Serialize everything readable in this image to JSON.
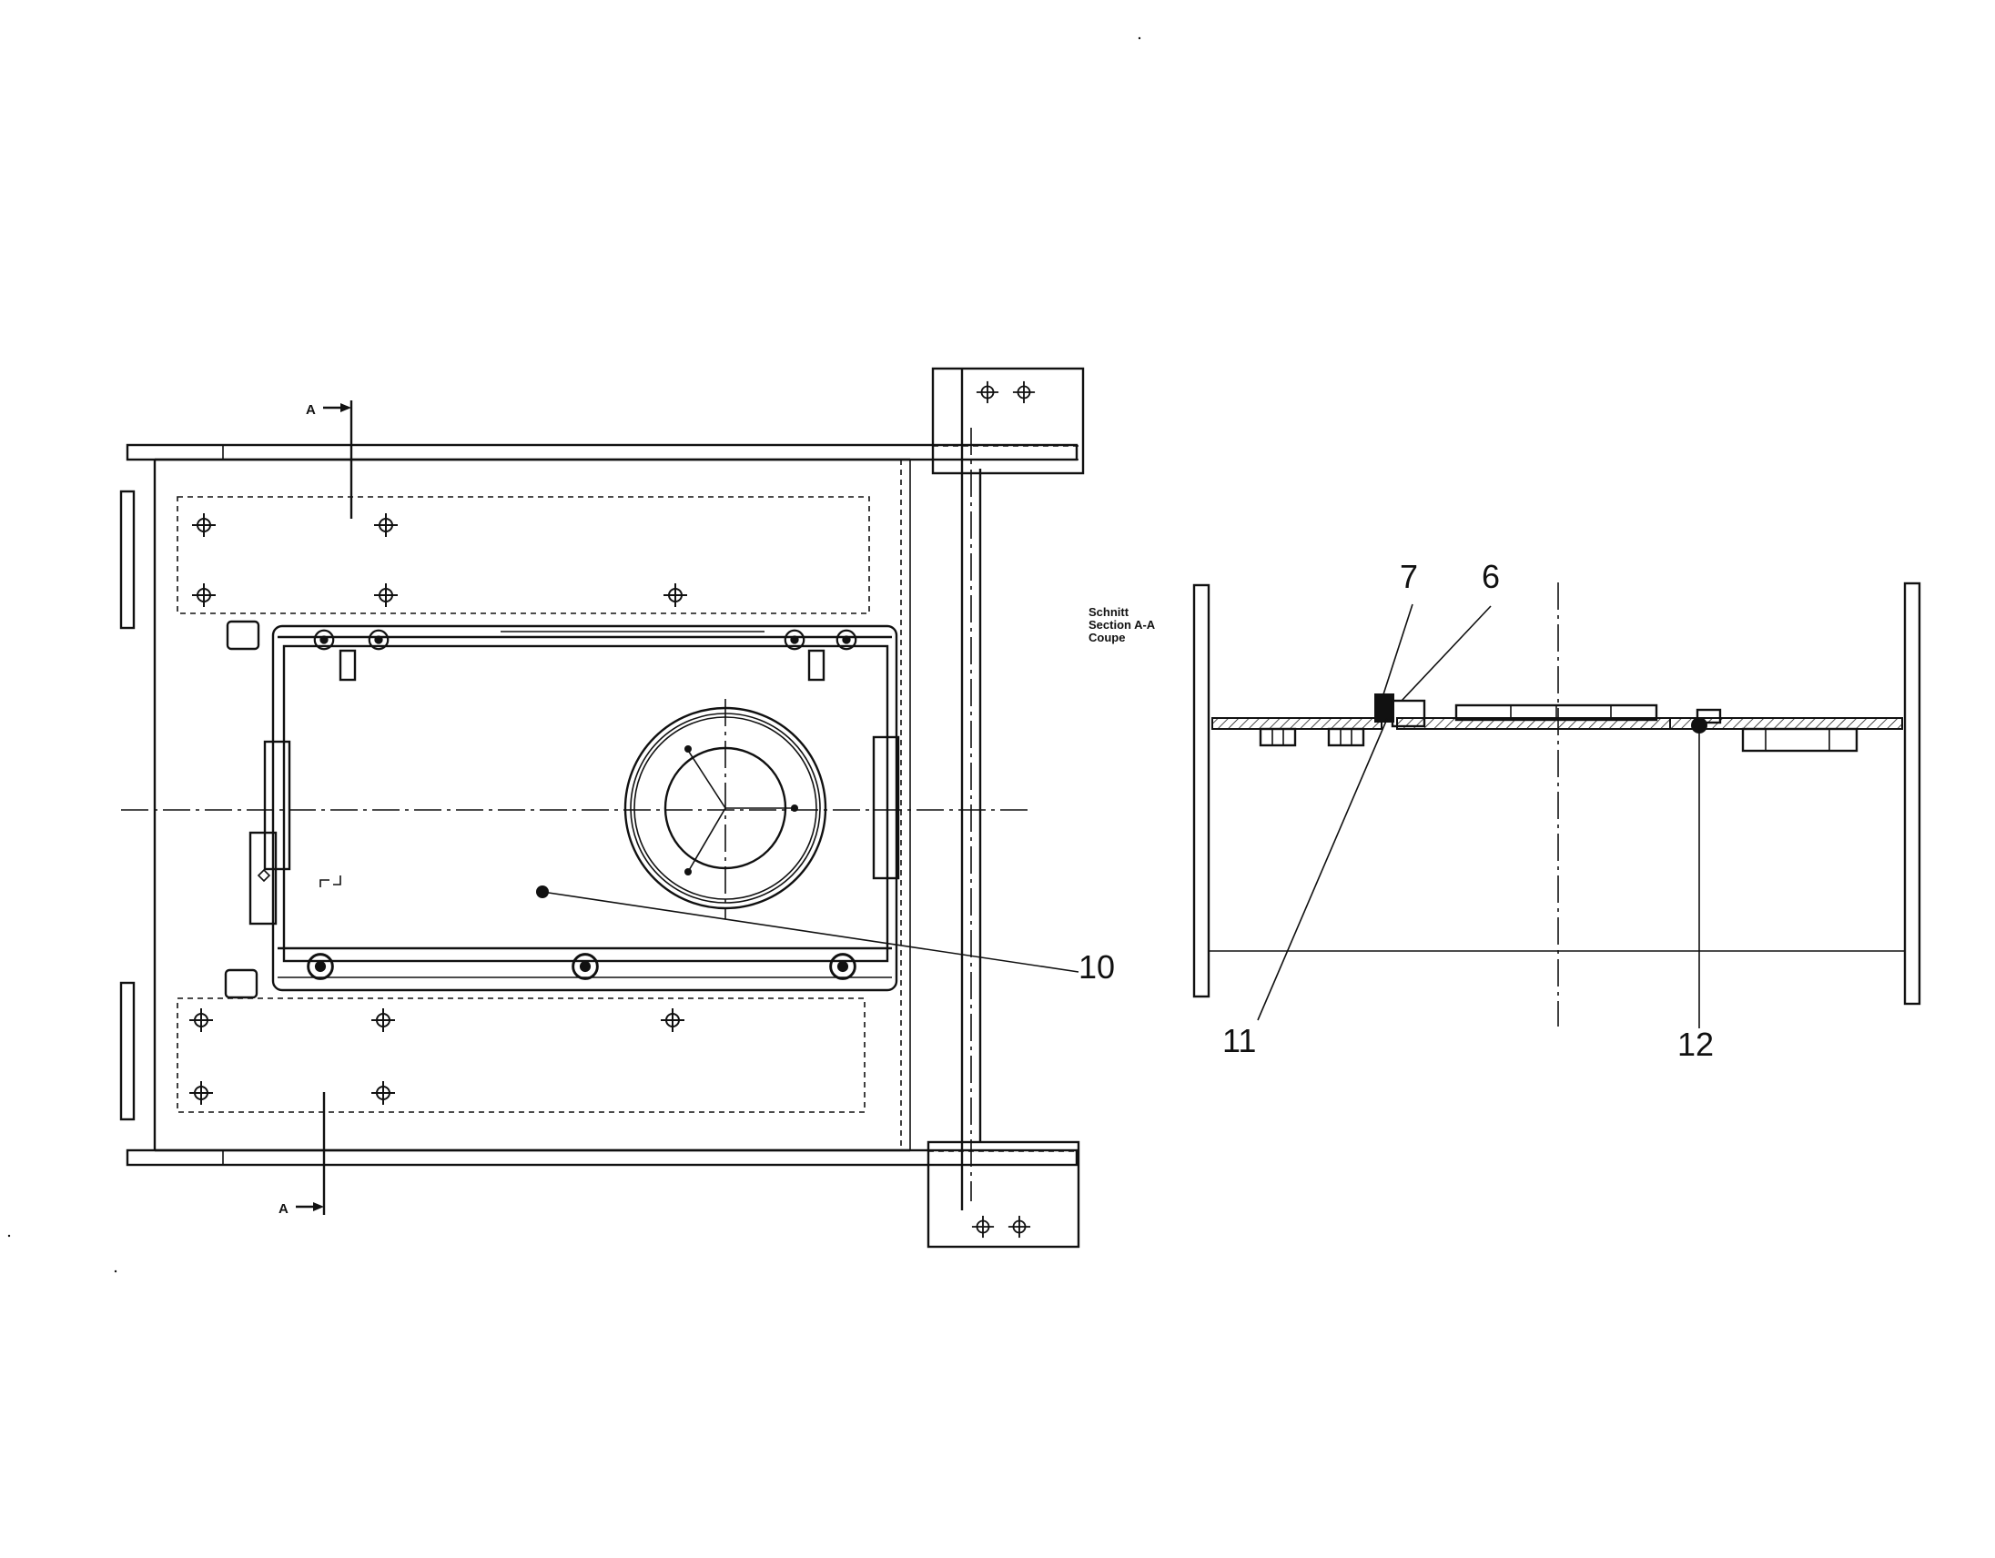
{
  "section_marker": "A",
  "section_title_lines": [
    "Schnitt",
    "Section A-A",
    "Coupe"
  ],
  "callouts": {
    "c6": "6",
    "c7": "7",
    "c10": "10",
    "c11": "11",
    "c12": "12"
  }
}
